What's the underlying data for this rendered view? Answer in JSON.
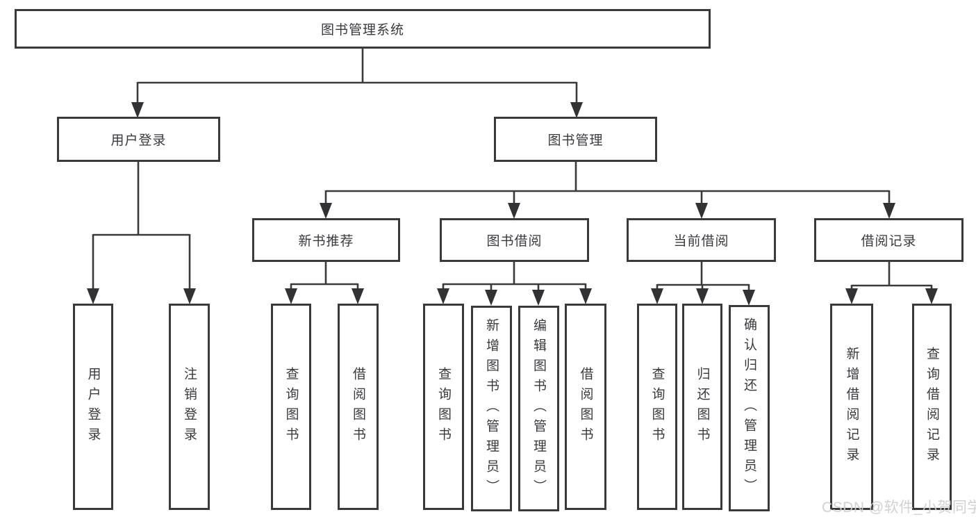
{
  "tree": {
    "root": "图书管理系统",
    "children": [
      {
        "label": "用户登录",
        "children": [
          "用户登录",
          "注销登录"
        ]
      },
      {
        "label": "图书管理",
        "children": [
          {
            "label": "新书推荐",
            "children": [
              "查询图书",
              "借阅图书"
            ]
          },
          {
            "label": "图书借阅",
            "children": [
              "查询图书",
              "新增图书（管理员）",
              "编辑图书（管理员）",
              "借阅图书"
            ]
          },
          {
            "label": "当前借阅",
            "children": [
              "查询图书",
              "归还图书",
              "确认归还（管理员）"
            ]
          },
          {
            "label": "借阅记录",
            "children": [
              "新增借阅记录",
              "查询借阅记录"
            ]
          }
        ]
      }
    ]
  },
  "watermark": {
    "text": "CSDN @软件_小贺同学"
  },
  "colors": {
    "line": "#3a3a3d",
    "text": "#3a3a3e",
    "box_background": "#ffffff",
    "watermark": "#cfcfcf"
  }
}
